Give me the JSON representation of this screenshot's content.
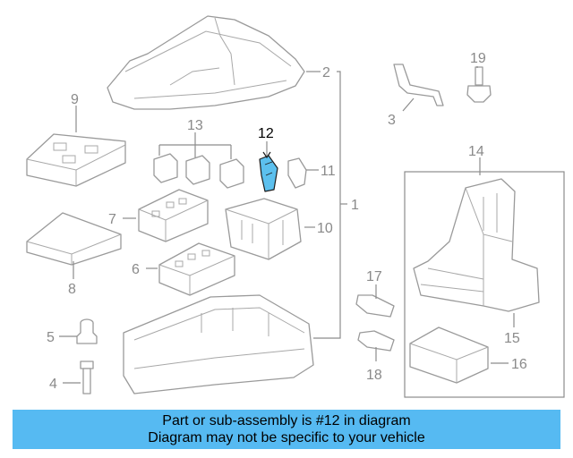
{
  "callouts": {
    "c1": "1",
    "c2": "2",
    "c3": "3",
    "c4": "4",
    "c5": "5",
    "c6": "6",
    "c7": "7",
    "c8": "8",
    "c9": "9",
    "c10": "10",
    "c11": "11",
    "c12": "12",
    "c13": "13",
    "c14": "14",
    "c15": "15",
    "c16": "16",
    "c17": "17",
    "c18": "18",
    "c19": "19"
  },
  "highlight": {
    "part": "12",
    "color": "#5cc0ee"
  },
  "banner": {
    "line1": "Part or sub-assembly is #12 in diagram",
    "line2": "Diagram may not be specific to your vehicle",
    "background": "#56baf2"
  }
}
